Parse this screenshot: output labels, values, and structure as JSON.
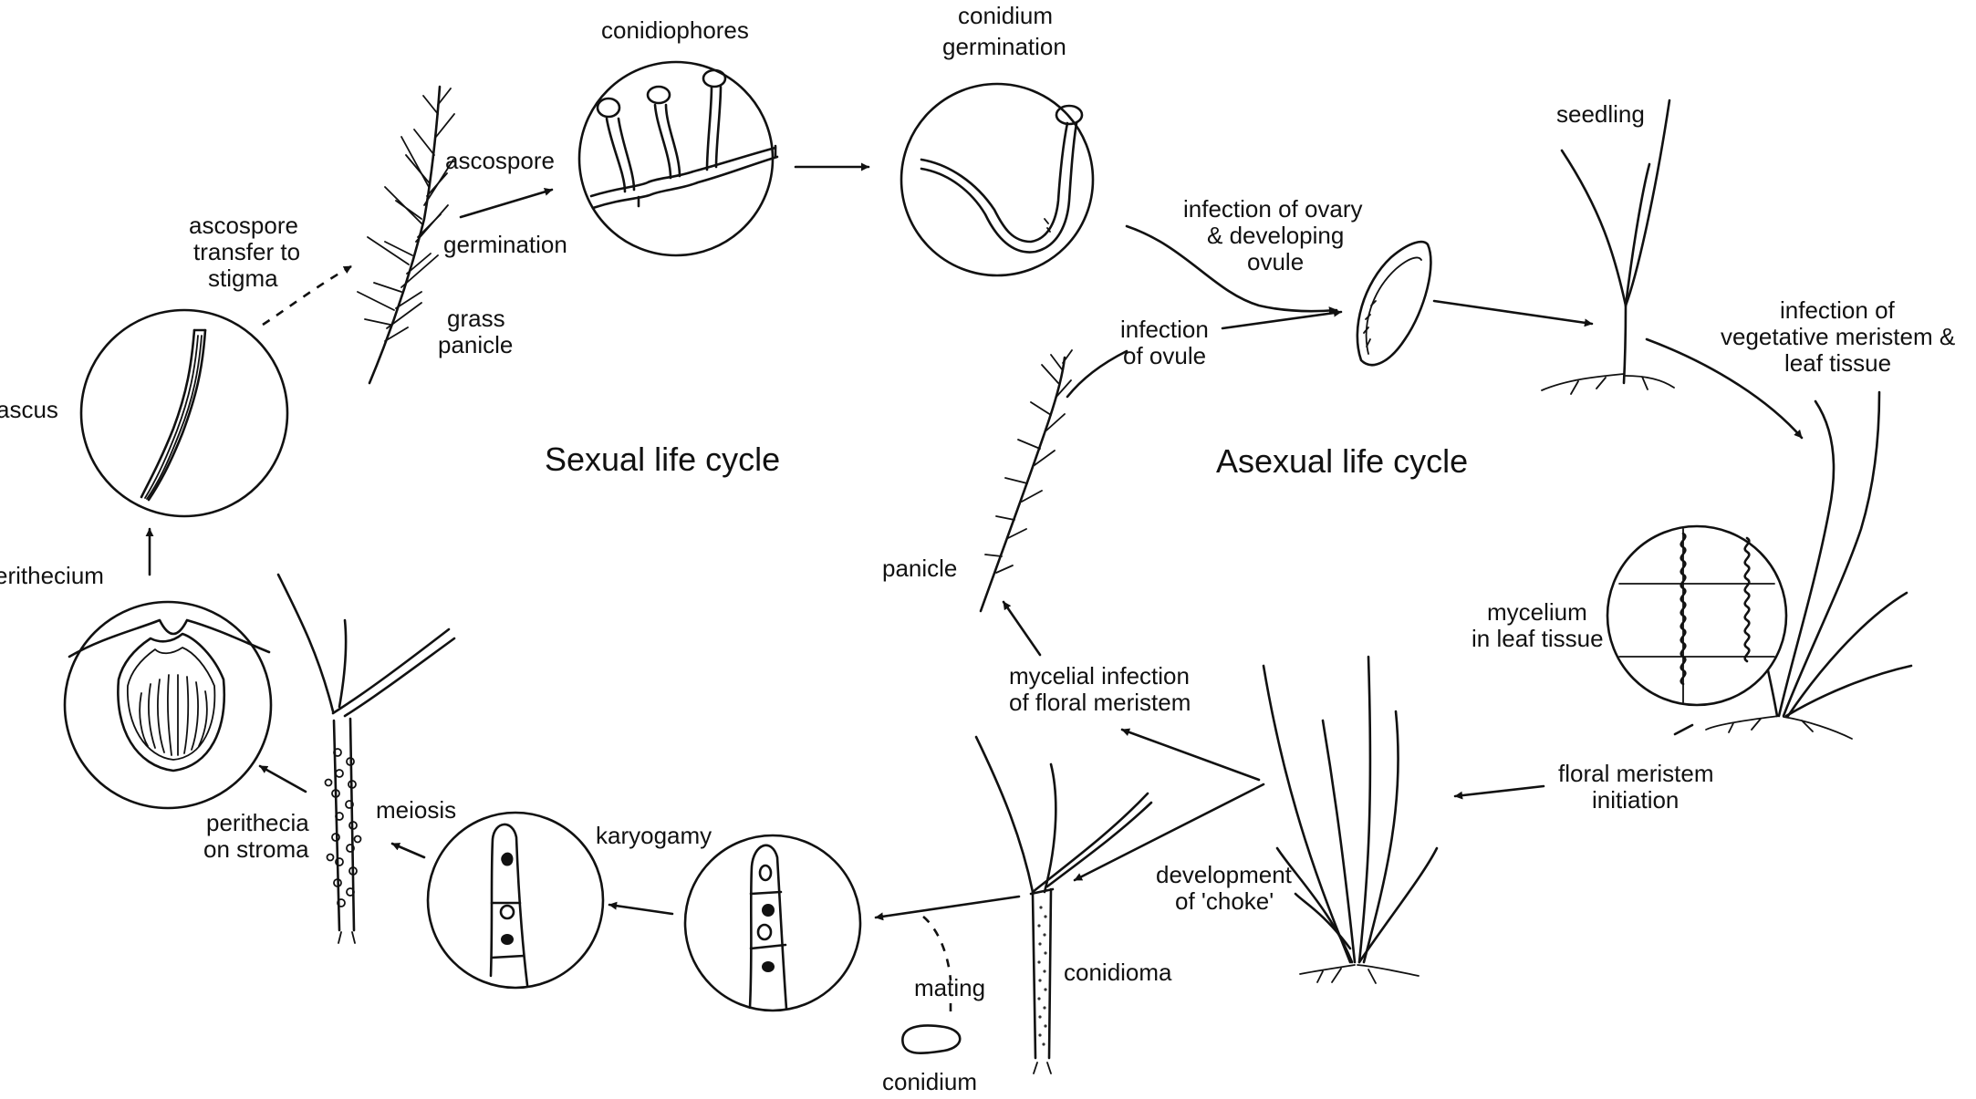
{
  "colors": {
    "ink": "#111111",
    "background": "#ffffff"
  },
  "cycles": {
    "sexual_title": "Sexual life cycle",
    "asexual_title": "Asexual life cycle"
  },
  "labels": {
    "conidiophores": "conidiophores",
    "conidium_germination_line1": "conidium",
    "conidium_germination_line2": "germination",
    "seedling": "seedling",
    "infection_ovary_line1": "infection of ovary",
    "infection_ovary_line2": "& developing",
    "infection_ovary_line3": "ovule",
    "infection_ovule_line1": "infection",
    "infection_ovule_line2": "of ovule",
    "infection_meristem_line1": "infection of",
    "infection_meristem_line2": "vegetative meristem &",
    "infection_meristem_line3": "leaf tissue",
    "mycelium_line1": "mycelium",
    "mycelium_line2": "in leaf tissue",
    "floral_initiation_line1": "floral meristem",
    "floral_initiation_line2": "initiation",
    "choke_line1": "development",
    "choke_line2": "of 'choke'",
    "conidioma": "conidioma",
    "mating": "mating",
    "conidium": "conidium",
    "karyogamy": "karyogamy",
    "meiosis": "meiosis",
    "perithecia_line1": "perithecia",
    "perithecia_line2": "on stroma",
    "perithecium": "erithecium",
    "ascus": "ascus",
    "ascospore_transfer_line1": "ascospore",
    "ascospore_transfer_line2": "transfer to",
    "ascospore_transfer_line3": "stigma",
    "ascospore": "ascospore",
    "germination": "germination",
    "grass_line1": "grass",
    "grass_line2": "panicle",
    "panicle": "panicle",
    "mycelial_line1": "mycelial infection",
    "mycelial_line2": "of floral meristem"
  }
}
